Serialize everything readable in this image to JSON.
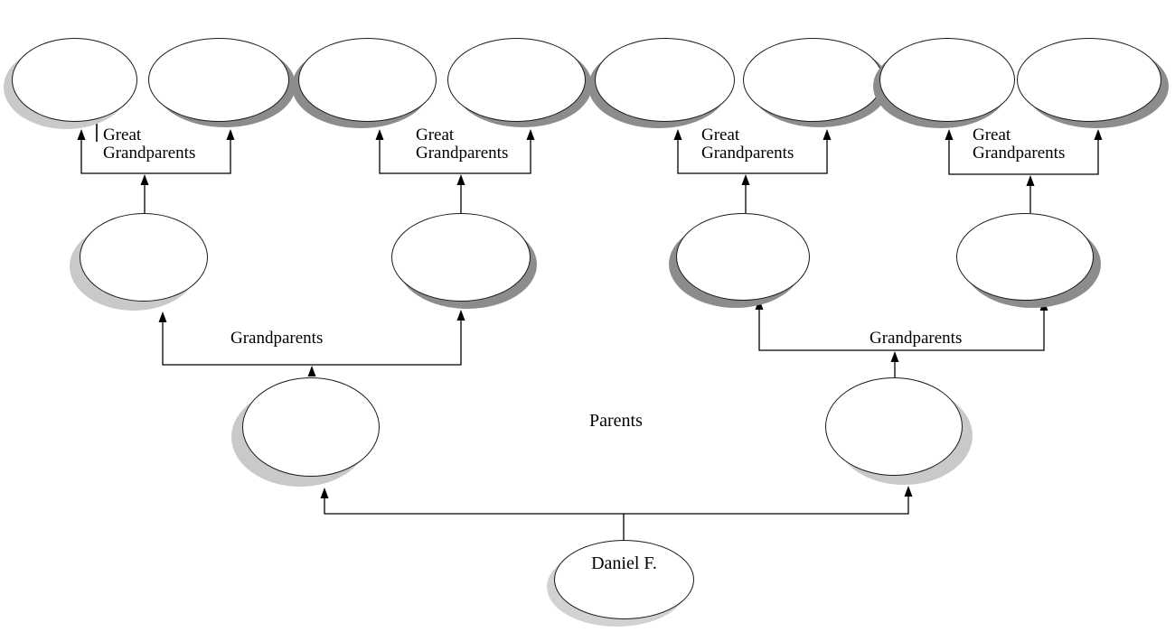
{
  "diagram": {
    "type": "family-tree",
    "person": {
      "name": "Daniel F."
    },
    "labels": {
      "parents": "Parents",
      "grandparents": [
        "Grandparents",
        "Grandparents"
      ],
      "great_grandparents": [
        "Great Grandparents",
        "Great Grandparents",
        "Great Grandparents",
        "Great Grandparents"
      ]
    },
    "shape_counts": {
      "great_grandparent_ellipses": 8,
      "grandparent_ellipses": 4,
      "parent_ellipses": 2,
      "root_ellipses": 1
    },
    "colors": {
      "background": "#ffffff",
      "ellipse_fill": "#ffffff",
      "outline": "#000000",
      "connector": "#000000",
      "shadow_light": "#c9c9c9",
      "shadow_dark": "#8c8c8c"
    }
  }
}
